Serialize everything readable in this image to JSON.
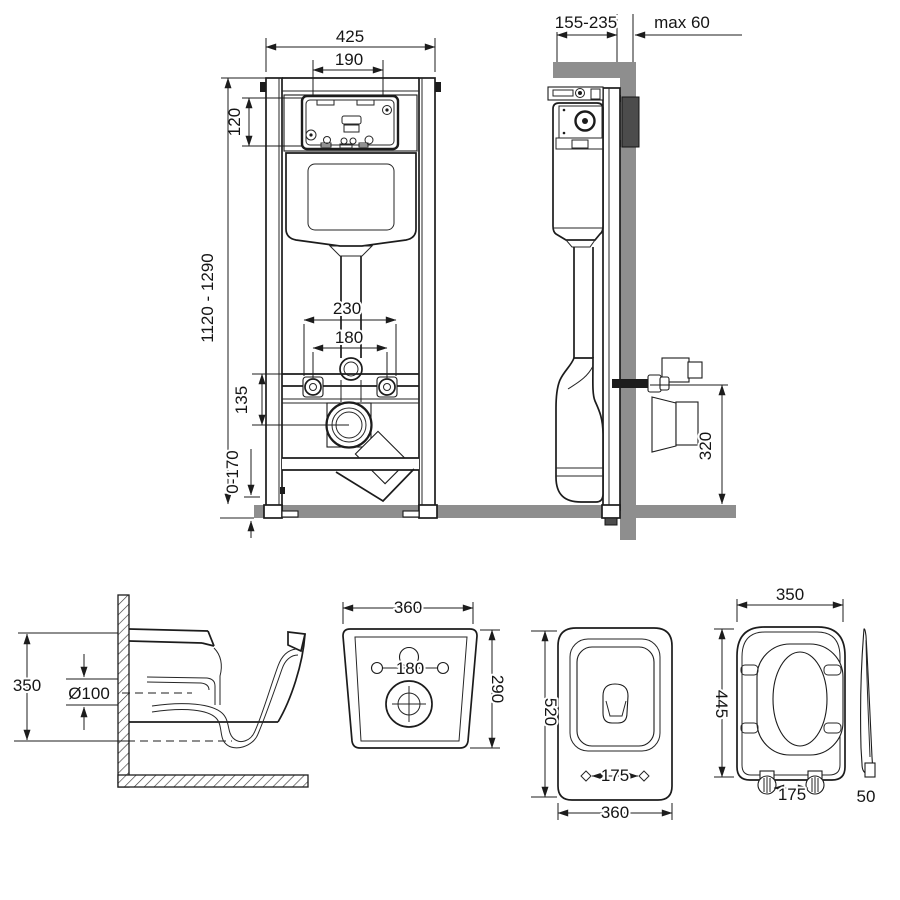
{
  "meta": {
    "description": "Installation dimension drawing: concealed WC frame (front and side view), wall-hung bowl section, bowl back view, bowl top view and seat with lid"
  },
  "colors": {
    "line": "#1c1c1c",
    "masonry_gray": "#8e8e8e",
    "bracket_dark": "#4c4c4c",
    "background": "#ffffff"
  },
  "dims": {
    "frame_front": {
      "width": "425",
      "plate_width": "190",
      "plate_height": "120",
      "height_range": "1120 - 1290",
      "fixing_outer": "230",
      "fixing_inner": "180",
      "drain_offset": "135",
      "feet_range": "0-170"
    },
    "frame_side": {
      "depth_range": "155-235",
      "wall_max": "max 60",
      "outlet_height": "320"
    },
    "bowl_section": {
      "height": "350",
      "drain_diameter": "Ø100"
    },
    "bowl_back": {
      "width": "360",
      "hole_spacing": "180",
      "height": "290"
    },
    "bowl_top": {
      "length": "520",
      "seat_hole_spacing": "175",
      "width": "360"
    },
    "seat": {
      "width": "350",
      "length": "445",
      "hinge_spacing": "175",
      "thickness": "50"
    }
  }
}
